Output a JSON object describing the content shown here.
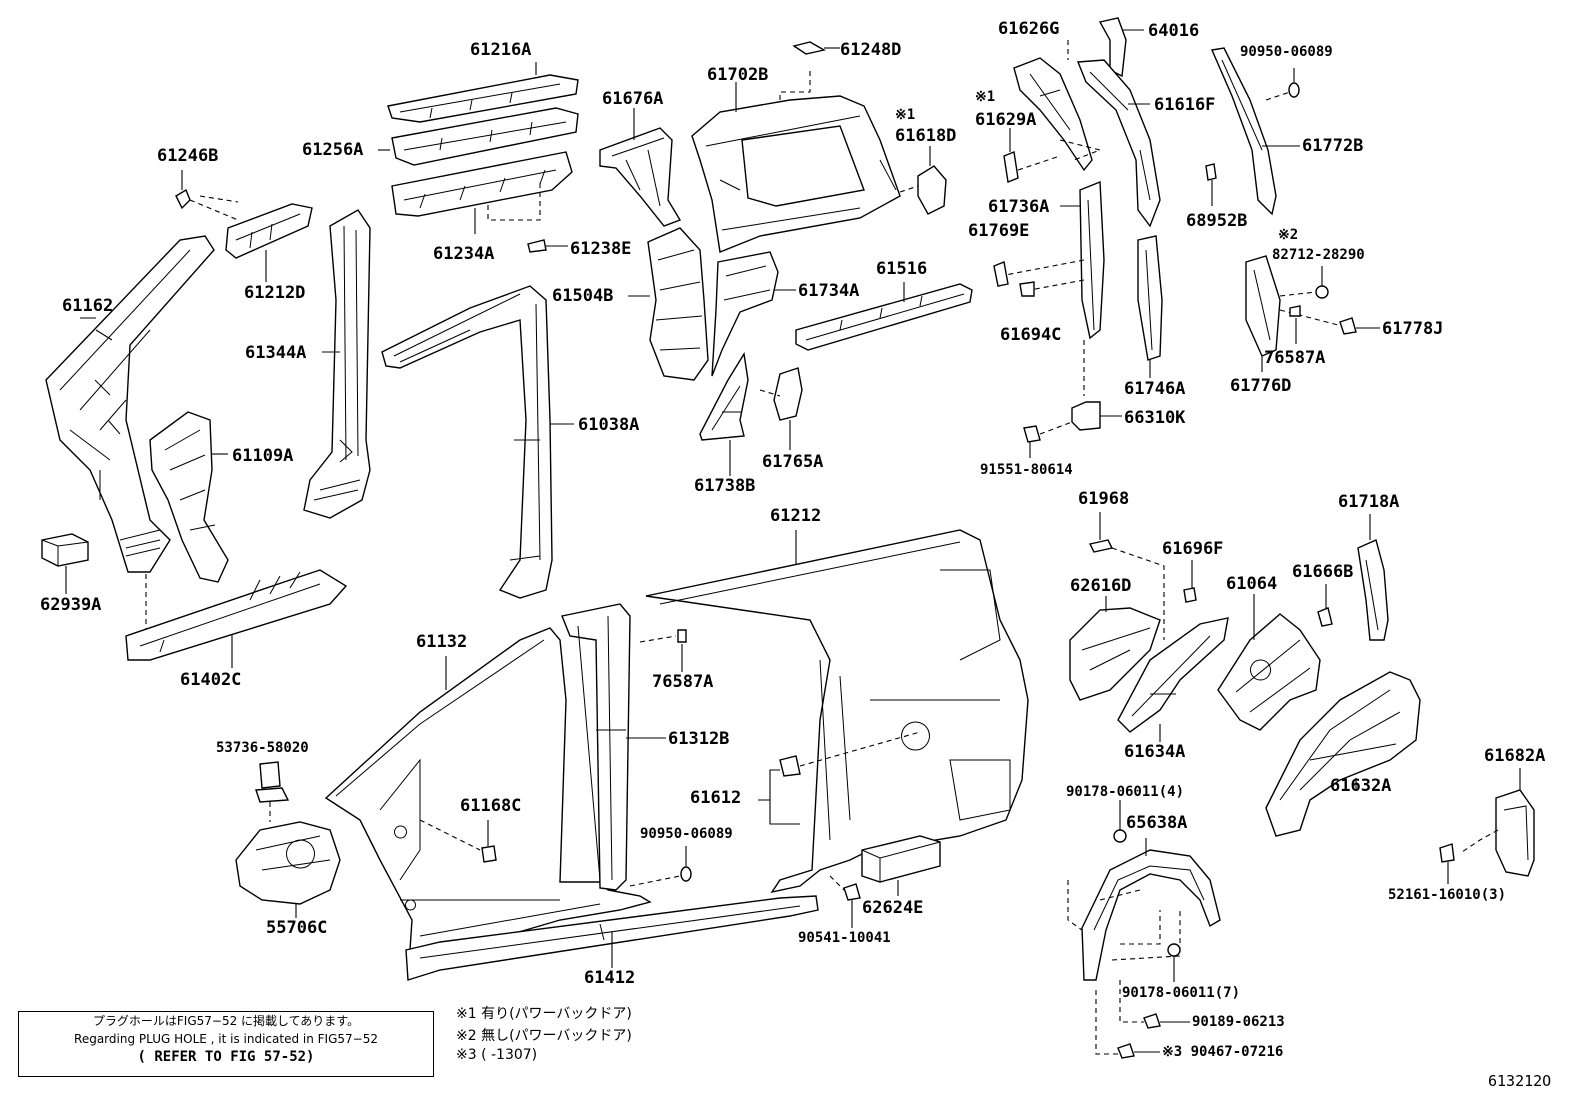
{
  "diagram_id": "613212O",
  "note": {
    "line1": "プラグホールはFIG57−52 に掲載してあります。",
    "line2": "Regarding  PLUG HOLE , it is indicated in  FIG57−52",
    "line3": "( REFER TO FIG 57-52)"
  },
  "footnotes": [
    "※1 有り(パワーバックドア)",
    "※2 無し(パワーバックドア)",
    "※3 (      -1307)"
  ],
  "marks": {
    "m1a": "※1",
    "m1b": "※1",
    "m2": "※2"
  },
  "parts": [
    {
      "id": "61216A"
    },
    {
      "id": "61256A"
    },
    {
      "id": "61234A"
    },
    {
      "id": "61238E"
    },
    {
      "id": "61246B"
    },
    {
      "id": "61212D"
    },
    {
      "id": "61162"
    },
    {
      "id": "61344A"
    },
    {
      "id": "61109A"
    },
    {
      "id": "62939A"
    },
    {
      "id": "61402C"
    },
    {
      "id": "61676A"
    },
    {
      "id": "61504B"
    },
    {
      "id": "61038A"
    },
    {
      "id": "61702B"
    },
    {
      "id": "61248D"
    },
    {
      "id": "61618D"
    },
    {
      "id": "61734A"
    },
    {
      "id": "61516"
    },
    {
      "id": "61738B"
    },
    {
      "id": "61765A"
    },
    {
      "id": "61626G"
    },
    {
      "id": "64016"
    },
    {
      "id": "61629A"
    },
    {
      "id": "61616F"
    },
    {
      "id": "90950-06089"
    },
    {
      "id": "61772B"
    },
    {
      "id": "61736A"
    },
    {
      "id": "61769E"
    },
    {
      "id": "61694C"
    },
    {
      "id": "61746A"
    },
    {
      "id": "68952B"
    },
    {
      "id": "82712-28290"
    },
    {
      "id": "61778J"
    },
    {
      "id": "76587A"
    },
    {
      "id": "61776D"
    },
    {
      "id": "66310K"
    },
    {
      "id": "91551-80614"
    },
    {
      "id": "61212"
    },
    {
      "id": "61968"
    },
    {
      "id": "61718A"
    },
    {
      "id": "61696F"
    },
    {
      "id": "62616D"
    },
    {
      "id": "61064"
    },
    {
      "id": "61666B"
    },
    {
      "id": "61132"
    },
    {
      "id": "76587A"
    },
    {
      "id": "61312B"
    },
    {
      "id": "61634A"
    },
    {
      "id": "61632A"
    },
    {
      "id": "53736-58020"
    },
    {
      "id": "61168C"
    },
    {
      "id": "61612"
    },
    {
      "id": "90950-06089"
    },
    {
      "id": "55706C"
    },
    {
      "id": "62624E"
    },
    {
      "id": "90541-10041"
    },
    {
      "id": "61412"
    },
    {
      "id": "90178-06011(4)"
    },
    {
      "id": "65638A"
    },
    {
      "id": "61682A"
    },
    {
      "id": "52161-16010(3)"
    },
    {
      "id": "90178-06011(7)"
    },
    {
      "id": "90189-06213"
    },
    {
      "id": "※3 90467-07216"
    }
  ]
}
